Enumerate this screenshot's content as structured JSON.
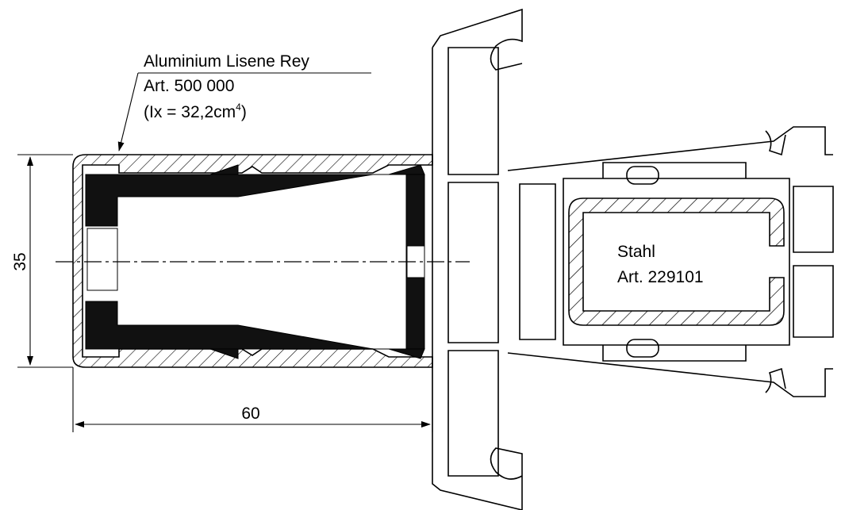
{
  "profile_label": {
    "line1": "Aluminium Lisene Rey",
    "line2": "Art. 500 000",
    "line3_prefix": "(Ix = 32,2cm",
    "line3_sup": "4",
    "line3_suffix": ")"
  },
  "steel_label": {
    "line1": "Stahl",
    "line2": "Art. 229101"
  },
  "dimensions": {
    "height_value": "35",
    "width_value": "60"
  }
}
